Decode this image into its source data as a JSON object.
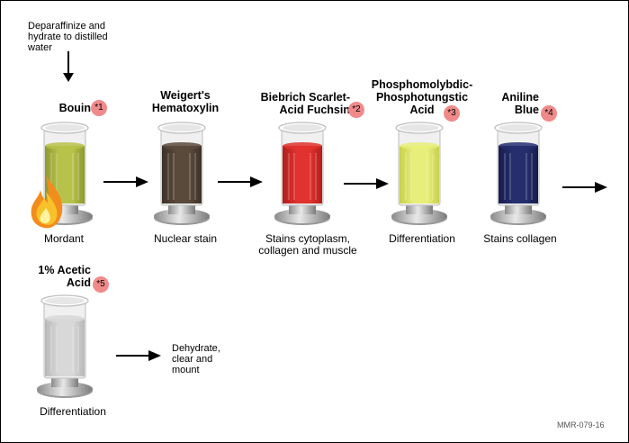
{
  "intro_note": "Deparaffinize and\nhydrate to distilled\nwater",
  "footer_code": "MMR-079-16",
  "final_note": "Dehydrate,\nclear and\nmount",
  "steps": [
    {
      "title": "Bouin",
      "badge": "*1",
      "label": "Mordant",
      "liquid": "#b7c24a",
      "liquid_dark": "#8d9830",
      "heated": true
    },
    {
      "title": "Weigert's\nHematoxylin",
      "badge": "",
      "label": "Nuclear stain",
      "liquid": "#5a4a3c",
      "liquid_dark": "#3d3128",
      "heated": false
    },
    {
      "title": "Biebrich Scarlet-\nAcid Fuchsin",
      "badge": "*2",
      "label": "Stains cytoplasm,\ncollagen and muscle",
      "liquid": "#e0322e",
      "liquid_dark": "#b01e1c",
      "heated": false
    },
    {
      "title": "Phosphomolybdic-\nPhosphotungstic\nAcid",
      "badge": "*3",
      "label": "Differentiation",
      "liquid": "#e8ee7a",
      "liquid_dark": "#c8d04c",
      "heated": false
    },
    {
      "title": "Aniline\nBlue",
      "badge": "*4",
      "label": "Stains collagen",
      "liquid": "#262e6e",
      "liquid_dark": "#161c4c",
      "heated": false
    },
    {
      "title": "1% Acetic\nAcid",
      "badge": "*5",
      "label": "Differentiation",
      "liquid": "#d8d8d8",
      "liquid_dark": "#b8b8b8",
      "heated": false
    }
  ],
  "icons": {
    "step_arrow": "right-arrow-icon",
    "down_arrow": "down-arrow-icon",
    "flame": "flame-icon"
  }
}
